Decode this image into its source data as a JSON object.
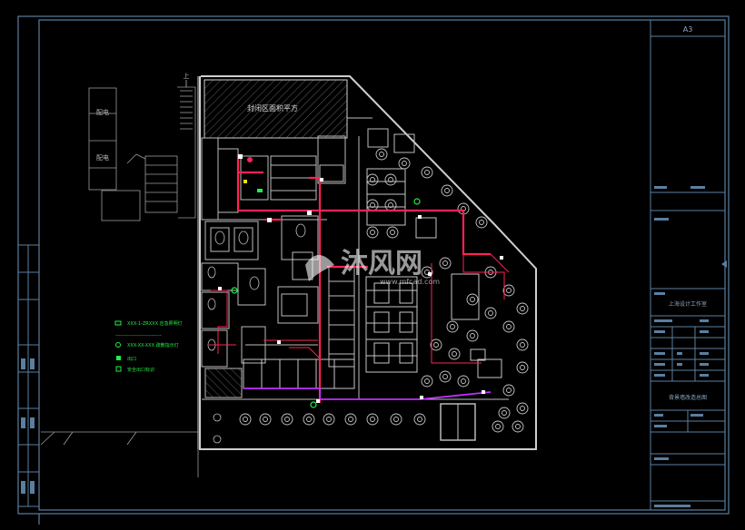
{
  "title_block": {
    "sheet_size": "A3",
    "company": "上海设计工作室",
    "drawing_title": "背景墙改造总图"
  },
  "plan": {
    "hatched_room_label": "封闭区面积平方",
    "stair_label": "上",
    "side_room_1": "配电",
    "side_room_2": "配电"
  },
  "legend": {
    "items": [
      {
        "text": "XXX-1-ZRXXX 应急照明灯"
      },
      {
        "text": "----------------------------"
      },
      {
        "text": "XXX-XX-XXX 疏散指示灯"
      },
      {
        "text": "出口"
      },
      {
        "text": "安全出口标识"
      }
    ]
  },
  "watermark": {
    "main": "沐风网",
    "sub": "www.mfcad.com"
  },
  "colors": {
    "background": "#000000",
    "frame": "#5a7fa0",
    "wall": "#cfcfcf",
    "route_red": "#ff2255",
    "route_magenta": "#d040ff",
    "legend_green": "#22ee44",
    "accent_yellow": "#f0e000"
  }
}
